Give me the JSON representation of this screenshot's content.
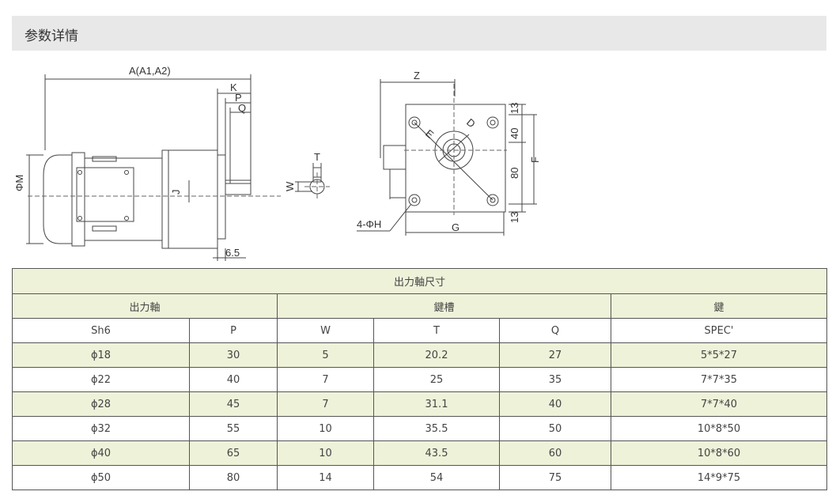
{
  "page": {
    "section_title": "参数详情"
  },
  "drawing": {
    "labels": {
      "A": "A(A1,A2)",
      "K": "K",
      "P": "P",
      "Q": "Q",
      "M": "ΦM",
      "J": "J",
      "d65": "6.5",
      "T": "T",
      "W": "W",
      "Z": "Z",
      "D": "D",
      "E": "E",
      "d13_top": "13",
      "d40": "40",
      "d80": "80",
      "F": "F",
      "d13_bot": "13",
      "H": "4-ΦH",
      "G": "G"
    }
  },
  "table": {
    "title": "出力軸尺寸",
    "groups": [
      "出力軸",
      "鍵槽",
      "鍵"
    ],
    "columns": [
      "Sh6",
      "P",
      "W",
      "T",
      "Q",
      "SPEC'"
    ],
    "rows": [
      [
        "ϕ18",
        "30",
        "5",
        "20.2",
        "27",
        "5*5*27"
      ],
      [
        "ϕ22",
        "40",
        "7",
        "25",
        "35",
        "7*7*35"
      ],
      [
        "ϕ28",
        "45",
        "7",
        "31.1",
        "40",
        "7*7*40"
      ],
      [
        "ϕ32",
        "55",
        "10",
        "35.5",
        "50",
        "10*8*50"
      ],
      [
        "ϕ40",
        "65",
        "10",
        "43.5",
        "60",
        "10*8*60"
      ],
      [
        "ϕ50",
        "80",
        "14",
        "54",
        "75",
        "14*9*75"
      ]
    ]
  }
}
